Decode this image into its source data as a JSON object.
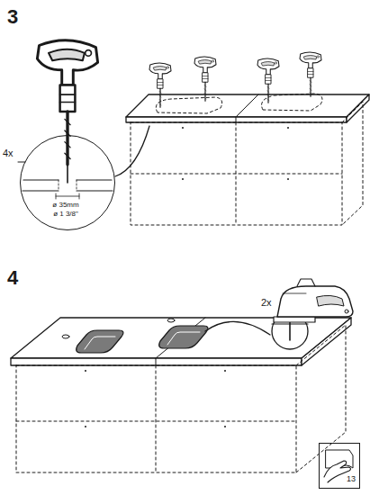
{
  "diagram": {
    "nodes": [
      {
        "text": [
          "ø 35mm",
          "ø 1 3/8\""
        ]
      },
      {
        "text": [
          "13"
        ]
      }
    ],
    "labels": [
      "3",
      "4x",
      "4",
      "2x"
    ]
  }
}
